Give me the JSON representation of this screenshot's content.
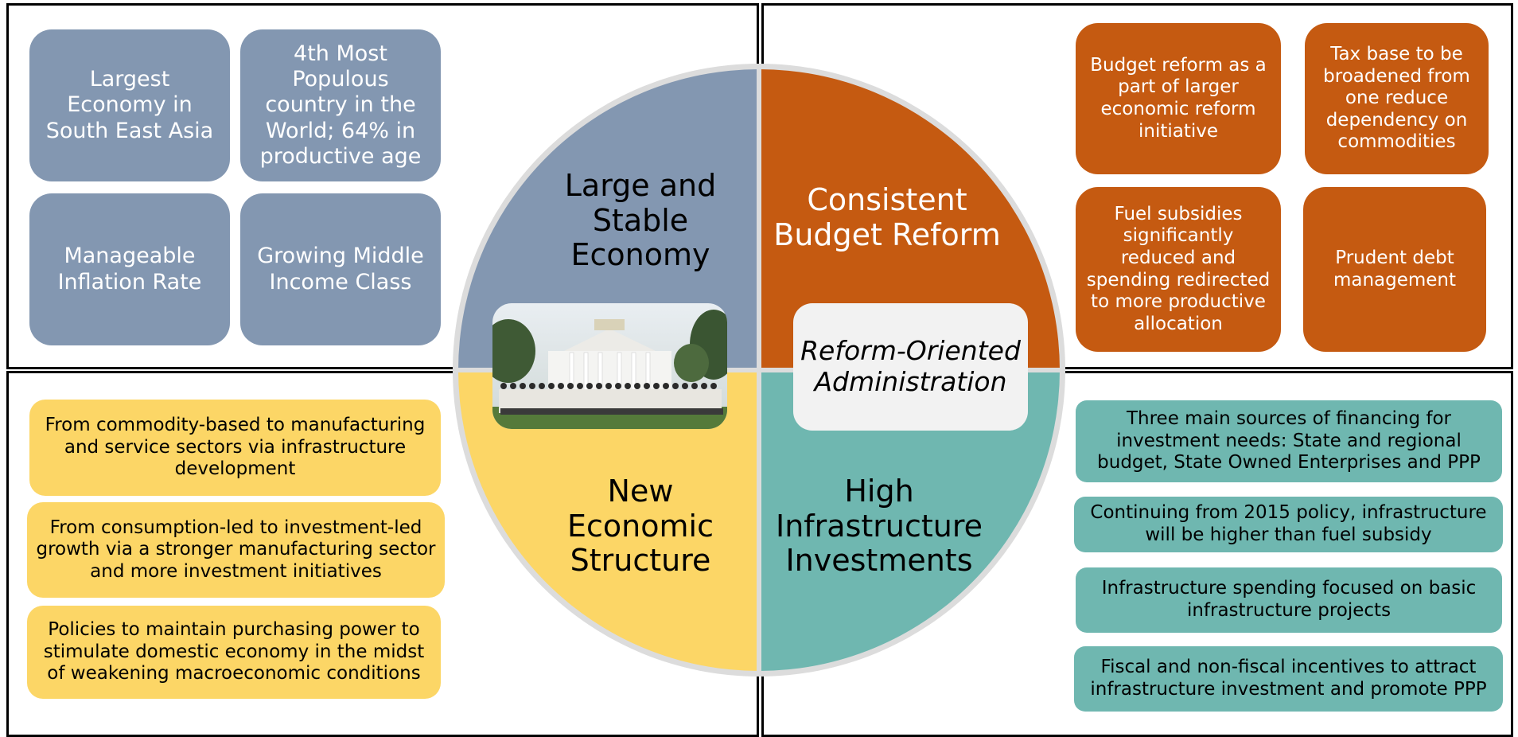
{
  "colors": {
    "blue": "#8397b1",
    "orange": "#c55a11",
    "yellow": "#fcd666",
    "teal": "#6fb7b0",
    "ring": "#dcdcdc",
    "frame": "#000000"
  },
  "top_left": {
    "items": [
      "Largest Economy in South East Asia",
      "4th Most Populous country in the World; 64% in productive age",
      "Manageable Inflation Rate",
      "Growing Middle Income Class"
    ]
  },
  "top_right": {
    "items": [
      "Budget reform as a part of larger economic reform initiative",
      "Tax base to be broadened from one reduce dependency on commodities",
      "Fuel subsidies significantly reduced and spending redirected to more productive allocation",
      "Prudent debt management"
    ]
  },
  "bottom_left": {
    "items": [
      "From commodity-based to manufacturing and service sectors via infrastructure development",
      "From consumption-led to investment-led growth via a stronger manufacturing sector and more investment initiatives",
      "Policies to maintain purchasing power to stimulate domestic economy in the midst of weakening macroeconomic conditions"
    ]
  },
  "bottom_right": {
    "items": [
      "Three main sources of financing for investment needs: State and regional budget, State Owned Enterprises and PPP",
      "Continuing from 2015 policy, infrastructure will be higher than fuel subsidy",
      "Infrastructure spending focused on basic infrastructure projects",
      "Fiscal and non-fiscal incentives to attract infrastructure investment and promote PPP"
    ]
  },
  "center": {
    "quadrants": [
      "Large and Stable Economy",
      "Consistent Budget Reform",
      "New Economic Structure",
      "High Infrastructure Investments"
    ],
    "core_label": "Reform-Oriented Administration"
  }
}
